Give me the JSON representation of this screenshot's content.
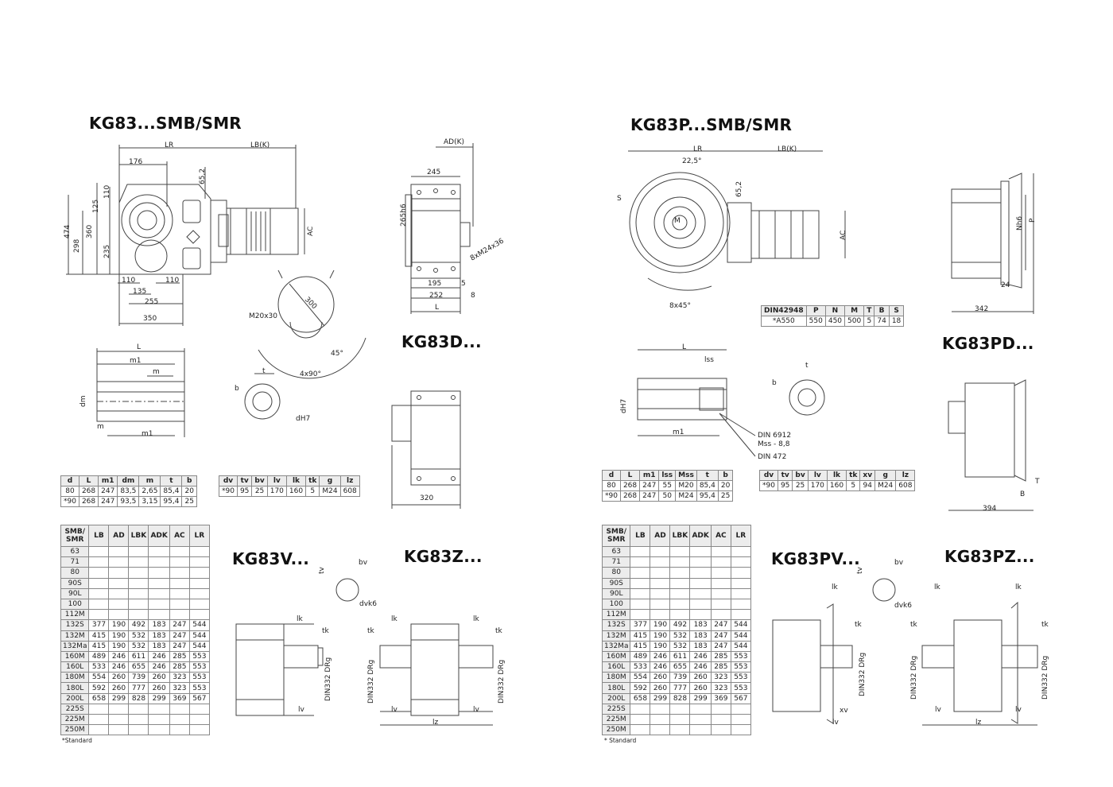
{
  "titles": {
    "t1": "KG83...SMB/SMR",
    "t2": "KG83P...SMB/SMR",
    "t3": "KG83D...",
    "t4": "KG83PD...",
    "t5": "KG83V...",
    "t6": "KG83Z...",
    "t7": "KG83PV...",
    "t8": "KG83PZ..."
  },
  "labels": {
    "LR": "LR",
    "LBK": "LB(K)",
    "ADK": "AD(K)",
    "AC": "AC",
    "d176": "176",
    "d65": "65,2",
    "d110": "110",
    "d125": "125",
    "d360": "360",
    "d474": "474",
    "d298": "298",
    "d235": "235",
    "d110b": "110",
    "d110c": "110",
    "d135": "135",
    "d255": "255",
    "d350": "350",
    "d245": "245",
    "d265": "265h6",
    "d195": "195",
    "d5": "5",
    "d252": "252",
    "d8": "8",
    "L": "L",
    "m24": "8xM24x36",
    "m20": "M20x30",
    "d300": "300",
    "d45": "45°",
    "d4x90": "4x90°",
    "m1": "m1",
    "m": "m",
    "dm": "dm",
    "t": "t",
    "b": "b",
    "dH7": "dH7",
    "d320": "320",
    "tv": "tv",
    "bv": "bv",
    "dvk6": "dvk6",
    "lk": "lk",
    "tk": "tk",
    "lv": "lv",
    "lz": "lz",
    "din": "DIN332 DRg",
    "d225": "22,5°",
    "S": "S",
    "M": "M",
    "d8x45": "8x45°",
    "Nh6": "Nh6",
    "P": "P",
    "d24": "24",
    "d342": "342",
    "lss": "lss",
    "dH7b": "dH7",
    "din6912": "DIN 6912",
    "mss": "Mss - 8,8",
    "din472": "DIN 472",
    "T": "T",
    "B": "B",
    "d394": "394",
    "xv": "xv"
  },
  "flange_table": {
    "headers": [
      "DIN42948",
      "P",
      "N",
      "M",
      "T",
      "B",
      "S"
    ],
    "rows": [
      [
        "*A550",
        "550",
        "450",
        "500",
        "5",
        "74",
        "18"
      ]
    ]
  },
  "shaft_table_left": {
    "headers": [
      "d",
      "L",
      "m1",
      "dm",
      "m",
      "t",
      "b"
    ],
    "rows": [
      [
        "80",
        "268",
        "247",
        "83,5",
        "2,65",
        "85,4",
        "20"
      ],
      [
        "*90",
        "268",
        "247",
        "93,5",
        "3,15",
        "95,4",
        "25"
      ]
    ]
  },
  "shaft_table_right": {
    "headers": [
      "d",
      "L",
      "m1",
      "lss",
      "Mss",
      "t",
      "b"
    ],
    "rows": [
      [
        "80",
        "268",
        "247",
        "55",
        "M20",
        "85,4",
        "20"
      ],
      [
        "*90",
        "268",
        "247",
        "50",
        "M24",
        "95,4",
        "25"
      ]
    ]
  },
  "solid_table": {
    "headers": [
      "dv",
      "tv",
      "bv",
      "lv",
      "lk",
      "tk",
      "g",
      "lz"
    ],
    "rows": [
      [
        "*90",
        "95",
        "25",
        "170",
        "160",
        "5",
        "M24",
        "608"
      ]
    ]
  },
  "solid_table_p": {
    "headers": [
      "dv",
      "tv",
      "bv",
      "lv",
      "lk",
      "tk",
      "xv",
      "g",
      "lz"
    ],
    "rows": [
      [
        "*90",
        "95",
        "25",
        "170",
        "160",
        "5",
        "94",
        "M24",
        "608"
      ]
    ]
  },
  "motor_table": {
    "headers": [
      "SMB/\nSMR",
      "LB",
      "AD",
      "LBK",
      "ADK",
      "AC",
      "LR"
    ],
    "rows": [
      [
        "63",
        "",
        "",
        "",
        "",
        "",
        ""
      ],
      [
        "71",
        "",
        "",
        "",
        "",
        "",
        ""
      ],
      [
        "80",
        "",
        "",
        "",
        "",
        "",
        ""
      ],
      [
        "90S",
        "",
        "",
        "",
        "",
        "",
        ""
      ],
      [
        "90L",
        "",
        "",
        "",
        "",
        "",
        ""
      ],
      [
        "100",
        "",
        "",
        "",
        "",
        "",
        ""
      ],
      [
        "112M",
        "",
        "",
        "",
        "",
        "",
        ""
      ],
      [
        "132S",
        "377",
        "190",
        "492",
        "183",
        "247",
        "544"
      ],
      [
        "132M",
        "415",
        "190",
        "532",
        "183",
        "247",
        "544"
      ],
      [
        "132Ma",
        "415",
        "190",
        "532",
        "183",
        "247",
        "544"
      ],
      [
        "160M",
        "489",
        "246",
        "611",
        "246",
        "285",
        "553"
      ],
      [
        "160L",
        "533",
        "246",
        "655",
        "246",
        "285",
        "553"
      ],
      [
        "180M",
        "554",
        "260",
        "739",
        "260",
        "323",
        "553"
      ],
      [
        "180L",
        "592",
        "260",
        "777",
        "260",
        "323",
        "553"
      ],
      [
        "200L",
        "658",
        "299",
        "828",
        "299",
        "369",
        "567"
      ],
      [
        "225S",
        "",
        "",
        "",
        "",
        "",
        ""
      ],
      [
        "225M",
        "",
        "",
        "",
        "",
        "",
        ""
      ],
      [
        "250M",
        "",
        "",
        "",
        "",
        "",
        ""
      ]
    ]
  },
  "notes": {
    "left": "*Standard",
    "right": "* Standard"
  }
}
